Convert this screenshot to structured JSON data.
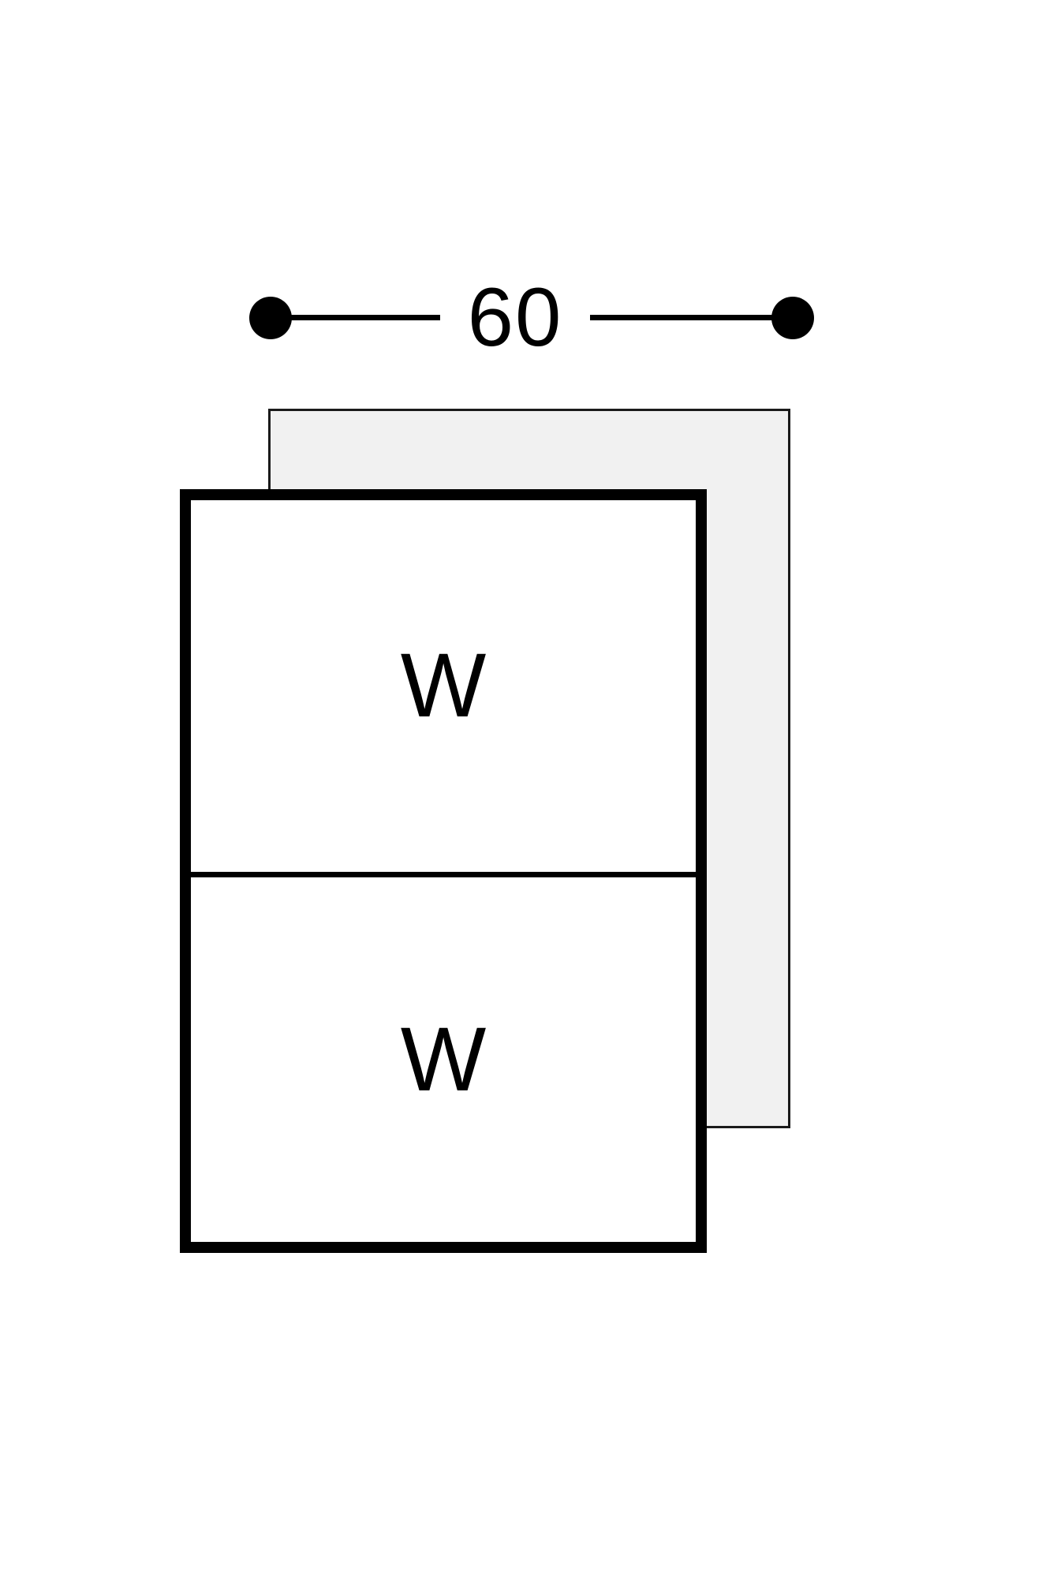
{
  "diagram": {
    "dimension": {
      "value": "60"
    },
    "compartments": [
      {
        "label": "W"
      },
      {
        "label": "W"
      }
    ],
    "colors": {
      "outline": "#000000",
      "rear_panel_fill": "#f1f1f1",
      "rear_panel_border": "#1a1a1a",
      "background": "#ffffff"
    }
  }
}
